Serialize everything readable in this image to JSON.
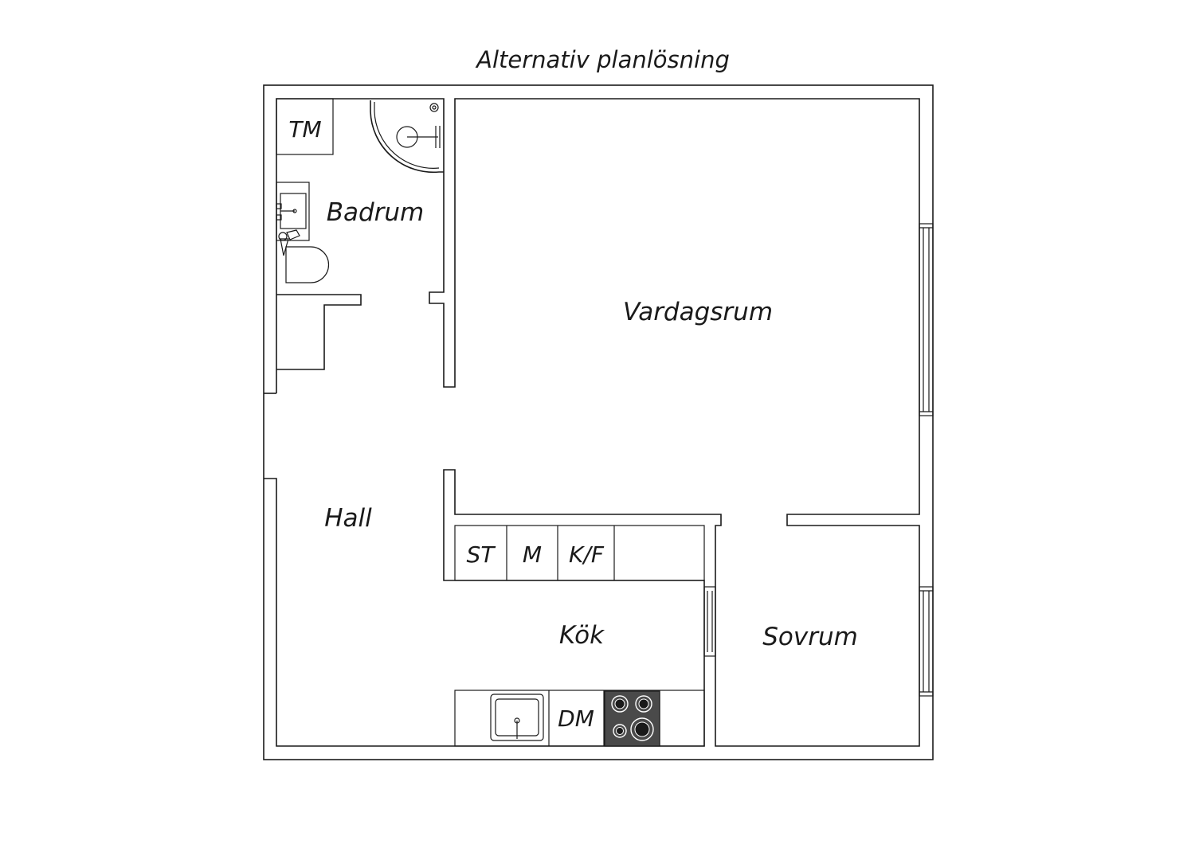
{
  "title": "Alternativ planlösning",
  "rooms": {
    "badrum": "Badrum",
    "vardagsrum": "Vardagsrum",
    "hall": "Hall",
    "kok": "Kök",
    "sovrum": "Sovrum"
  },
  "appliances": {
    "tm": "TM",
    "st": "ST",
    "m": "M",
    "kf": "K/F",
    "dm": "DM"
  },
  "colors": {
    "line": "#1a1a1a",
    "hob": "#4a4a4a"
  }
}
